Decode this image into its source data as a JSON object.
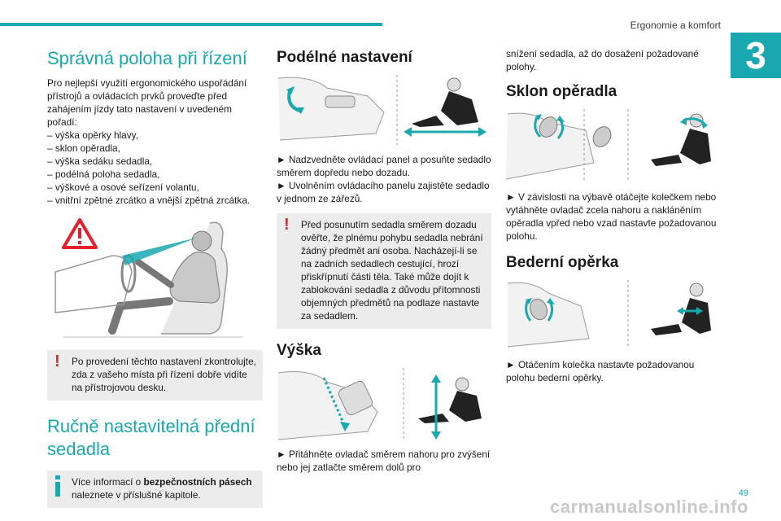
{
  "header": {
    "section_title": "Ergonomie a komfort",
    "chapter_number": "3"
  },
  "col1": {
    "heading": "Správná poloha při řízení",
    "intro": "Pro nejlepší využití ergonomického uspořádání přístrojů a ovládacích prvků proveďte před zahájením jízdy tato nastavení v uvedeném pořadí:",
    "list": [
      "– výška opěrky hlavy,",
      "– sklon opěradla,",
      "– výška sedáku sedadla,",
      "– podélná poloha sedadla,",
      "– výškové a osové seřízení volantu,",
      "– vnitřní zpětné zrcátko a vnější zpětná zrcátka."
    ],
    "warning": "Po provedení těchto nastavení zkontrolujte, zda z vašeho místa při řízení dobře vidíte na přístrojovou desku.",
    "heading2": "Ručně nastavitelná přední sedadla",
    "info_pre": "Více informací o ",
    "info_bold": "bezpečnostních pásech",
    "info_post": " naleznete v příslušné kapitole."
  },
  "col2": {
    "heading_long": "Podélné nastavení",
    "long_text1": "► Nadzvedněte ovládací panel a posuňte sedadlo směrem dopředu nebo dozadu.",
    "long_text2": "► Uvolněním ovládacího panelu zajistěte sedadlo v jednom ze zářezů.",
    "warning": "Před posunutím sedadla směrem dozadu ověřte, že plnému pohybu sedadla nebrání žádný předmět ani osoba. Nacházejí-li se na zadních sedadlech cestující, hrozí přiskřípnutí části těla. Také může dojít k zablokování sedadla z důvodu přítomnosti objemných předmětů na podlaze nastavte za sedadlem.",
    "heading_height": "Výška",
    "height_text": "► Přitáhněte ovladač směrem nahoru pro zvýšení nebo jej zatlačte směrem dolů pro"
  },
  "col3": {
    "cont_text": "snížení sedadla, až do dosažení požadované polohy.",
    "heading_tilt": "Sklon opěradla",
    "tilt_text": "► V závislosti na výbavě otáčejte kolečkem nebo vytáhněte ovladač zcela nahoru a nakláněním opěradla vpřed nebo vzad nastavte požadovanou polohu.",
    "heading_lumbar": "Bederní opěrka",
    "lumbar_text": "► Otáčením kolečka nastavte požadovanou polohu bederní opěrky."
  },
  "footer": {
    "page_number": "49",
    "brand": "carmanualsonline.info"
  },
  "colors": {
    "accent": "#1aa8b0",
    "warning_red": "#e5202a",
    "box_gray": "#ececec"
  }
}
